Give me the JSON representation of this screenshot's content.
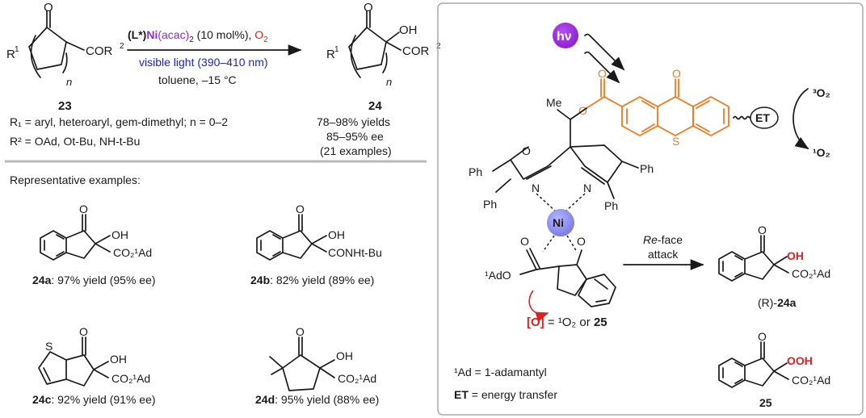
{
  "colors": {
    "catalyst_ni": "#8a2be2",
    "oxygen": "#e0201f",
    "light": "#1a24d6",
    "photosensitizer": "#f07a1e",
    "ni_sphere": "#8f8ff0",
    "hv_circle": "#9a28d8",
    "panel_border": "#a9a9a9",
    "divider": "#b8b8b8"
  },
  "left": {
    "reactant_label": "23",
    "reactant_r1": "R",
    "reactant_cor": "COR",
    "reactant_n": "n",
    "reactant_o": "O",
    "conditions": {
      "catalyst_prefix": "(L*)",
      "catalyst_metal": "Ni",
      "catalyst_suffix": "(acac)",
      "catalyst_sub": "2",
      "loading": " (10 mol%), ",
      "oxidant": "O",
      "oxidant_sub": "2",
      "light": "visible light (390–410 nm)",
      "solvent_temp": "toluene, –15 °C"
    },
    "product_label": "24",
    "product_oh": "OH",
    "product_cor": "COR",
    "results": [
      "78–98% yields",
      "85–95% ee",
      "(21 examples)"
    ],
    "r1_def": "R₁ = aryl, heteroaryl, gem-dimethyl; n = 0–2",
    "r2_def": "R² = OAd, Ot-Bu, NH-t-Bu",
    "section_title": "Representative examples:",
    "examples": [
      {
        "id": "24a",
        "caption": ": 97% yield (95% ee)",
        "sub": "CO₂¹Ad",
        "oh": "OH",
        "o": "O"
      },
      {
        "id": "24b",
        "caption": ": 82% yield (89% ee)",
        "sub": "CONHt-Bu",
        "oh": "OH",
        "o": "O"
      },
      {
        "id": "24c",
        "caption": ": 92% yield (91% ee)",
        "sub": "CO₂¹Ad",
        "oh": "OH",
        "o": "O",
        "s": "S"
      },
      {
        "id": "24d",
        "caption": ": 95% yield (88% ee)",
        "sub": "CO₂¹Ad",
        "oh": "OH",
        "o": "O"
      }
    ]
  },
  "right": {
    "hv": "hν",
    "et": "ET",
    "triplet_o2": "³O₂",
    "singlet_o2": "¹O₂",
    "ni": "Ni",
    "me": "Me",
    "ph": "Ph",
    "n_atom": "N",
    "o_atom": "O",
    "s_atom": "S",
    "ado_label": "¹AdO",
    "oxidant_line_bracket": "[O]",
    "oxidant_line_rest": " = ¹O₂ or ",
    "oxidant_line_bold": "25",
    "attack_italic": "Re",
    "attack_rest": "-face",
    "attack_line2": "attack",
    "product_oh": "OH",
    "product_sub": "CO₂¹Ad",
    "product_label_prefix": "(R)-",
    "product_label_bold": "24a",
    "peroxide_ooh": "OOH",
    "peroxide_sub": "CO₂¹Ad",
    "peroxide_label": "25",
    "footnote_ad": "¹Ad = 1-adamantyl",
    "footnote_et_bold": "ET",
    "footnote_et_rest": " = energy transfer"
  }
}
